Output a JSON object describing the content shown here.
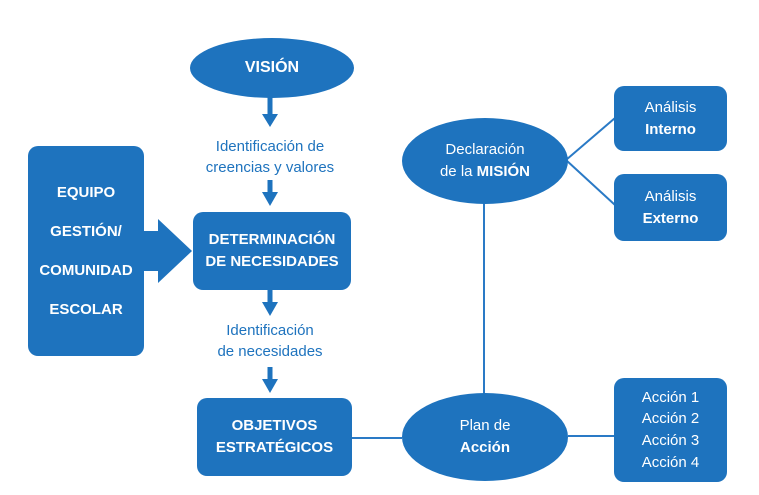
{
  "colors": {
    "primary_blue": "#1e73be",
    "connector": "#2a7ac6",
    "text_on_blue": "#ffffff"
  },
  "nodes": {
    "vision": {
      "label": "VISIÓN"
    },
    "equipo": {
      "lines": [
        "EQUIPO",
        "GESTIÓN/",
        "COMUNIDAD",
        "ESCOLAR"
      ]
    },
    "determinacion": {
      "lines": [
        "DETERMINACIÓN",
        "DE NECESIDADES"
      ]
    },
    "objetivos": {
      "lines": [
        "OBJETIVOS",
        "ESTRATÉGICOS"
      ]
    },
    "declaracion": {
      "line1": "Declaración",
      "line2_prefix": "de la ",
      "line2_bold": "MISIÓN"
    },
    "analisis_interno": {
      "line1": "Análisis",
      "line2": "Interno"
    },
    "analisis_externo": {
      "line1": "Análisis",
      "line2": "Externo"
    },
    "plan": {
      "line1": "Plan de",
      "line2": "Acción"
    },
    "acciones": {
      "items": [
        "Acción 1",
        "Acción 2",
        "Acción 3",
        "Acción 4"
      ]
    }
  },
  "captions": {
    "creencias": {
      "lines": [
        "Identificación de",
        "creencias y valores"
      ]
    },
    "necesidades": {
      "lines": [
        "Identificación",
        "de necesidades"
      ]
    }
  }
}
